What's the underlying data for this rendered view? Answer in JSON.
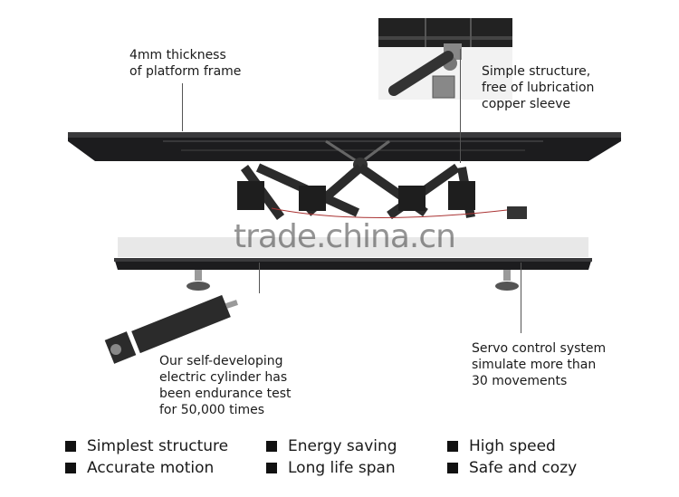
{
  "callouts": {
    "frame": [
      "4mm thickness",
      "of platform frame"
    ],
    "structure": [
      "Simple structure,",
      "free of lubrication",
      "copper sleeve"
    ],
    "servo": [
      "Servo control system",
      "simulate more than",
      "30 movements"
    ],
    "cylinder": [
      "Our self-developing",
      "electric cylinder has",
      "been endurance test",
      "for 50,000 times"
    ]
  },
  "watermark": "trade.china.cn",
  "features": [
    "Simplest structure",
    "Energy saving",
    "High speed",
    "Accurate motion",
    "Long life span",
    "Safe and cozy"
  ],
  "colors": {
    "frame": "#1c1c1e",
    "frame_edge": "#3a3a3c",
    "actuator": "#2b2b2b",
    "metal": "#9a9a9a"
  }
}
